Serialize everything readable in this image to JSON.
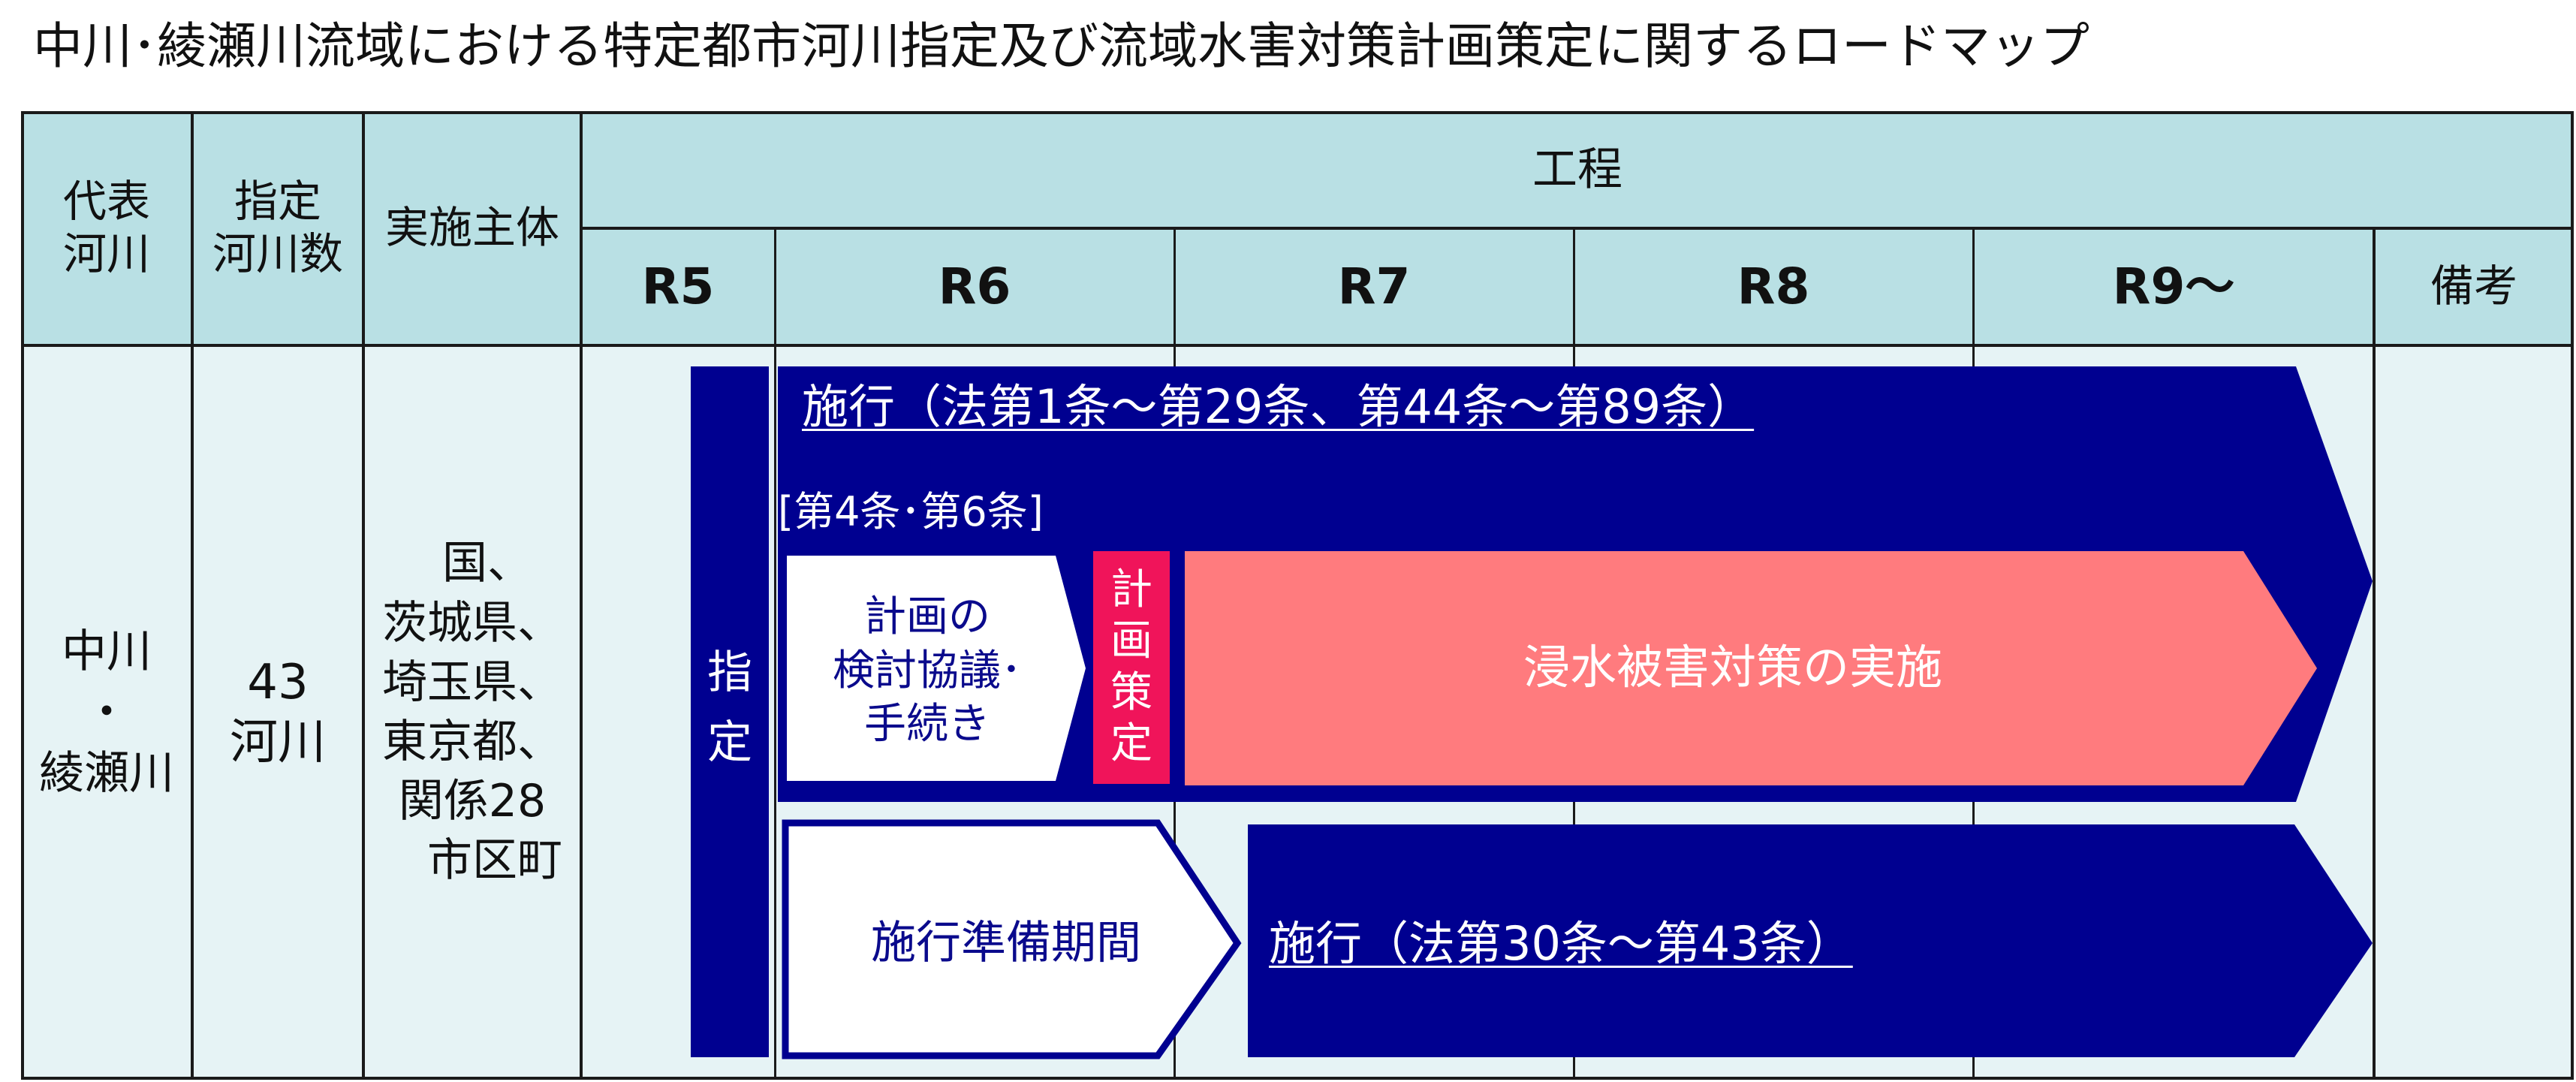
{
  "title": "中川･綾瀬川流域における特定都市河川指定及び流域水害対策計画策定に関するロードマップ",
  "header": {
    "col_river_line1": "代表",
    "col_river_line2": "河川",
    "col_count_line1": "指定",
    "col_count_line2": "河川数",
    "col_entity": "実施主体",
    "schedule": "工程",
    "years": [
      "R5",
      "R6",
      "R7",
      "R8",
      "R9～"
    ],
    "remarks": "備考"
  },
  "row": {
    "river_line1": "中川",
    "river_line2": "・",
    "river_line3": "綾瀬川",
    "count_line1": "43",
    "count_line2": "河川",
    "entity_lines": [
      "国、",
      "茨城県、",
      "埼玉県、",
      "東京都、",
      "関係28",
      "市区町"
    ]
  },
  "diagram": {
    "designation": [
      "指",
      "定"
    ],
    "enforcement_main": "施行（法第1条～第29条、第44条～第89条）",
    "articles_note": "[第4条･第6条]",
    "plan_consult": [
      "計画の",
      "検討協議･",
      "手続き"
    ],
    "plan_formulate": [
      "計",
      "画",
      "策",
      "定"
    ],
    "implementation": "浸水被害対策の実施",
    "prep_period": "施行準備期間",
    "enforcement_second": "施行（法第30条～第43条）"
  },
  "colors": {
    "header_bg": "#b9e0e4",
    "body_bg": "#e6f3f5",
    "navy": "#000090",
    "pink": "#ff7b7e",
    "magenta": "#f0145a"
  }
}
